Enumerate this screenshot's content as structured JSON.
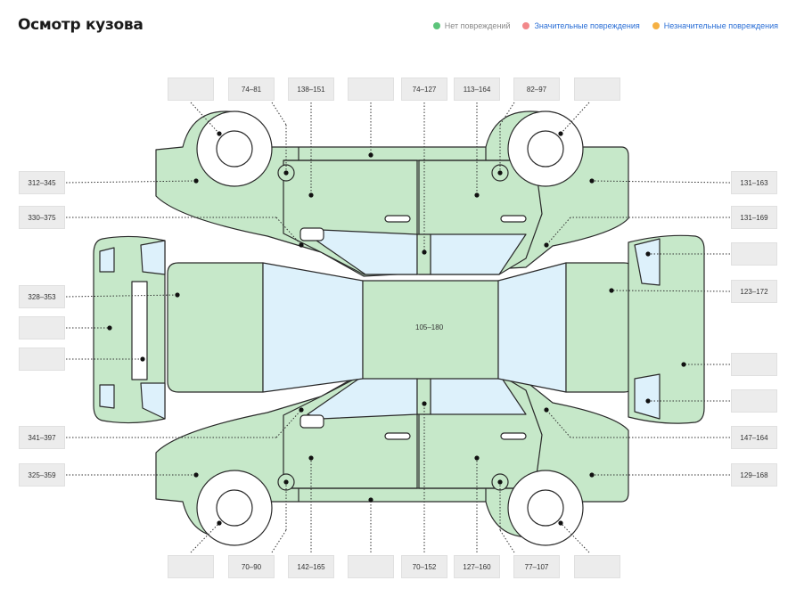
{
  "header": {
    "title": "Осмотр кузова"
  },
  "legend": [
    {
      "label": "Нет повреждений",
      "color": "#5cc47a",
      "label_style": "gray"
    },
    {
      "label": "Значительные повреждения",
      "color": "#f2888a",
      "label_style": "blue"
    },
    {
      "label": "Незначительные повреждения",
      "color": "#f5b043",
      "label_style": "blue"
    }
  ],
  "colors": {
    "body_fill": "#c6e8c9",
    "glass_fill": "#ddf1fb",
    "outline": "#2a2a2a",
    "box_fill": "#ececec"
  },
  "measurements": {
    "top_row": [
      "",
      "74–81",
      "138–151",
      "",
      "74–127",
      "113–164",
      "82–97",
      ""
    ],
    "bottom_row": [
      "",
      "70–90",
      "142–165",
      "",
      "70–152",
      "127–160",
      "77–107",
      ""
    ],
    "left_column": [
      "312–345",
      "330–375",
      "328–353",
      "",
      "",
      "341–397",
      "325–359"
    ],
    "right_column": [
      "131–163",
      "131–169",
      "",
      "123–172",
      "",
      "",
      "147–164",
      "129–168"
    ],
    "roof": "105–180"
  }
}
